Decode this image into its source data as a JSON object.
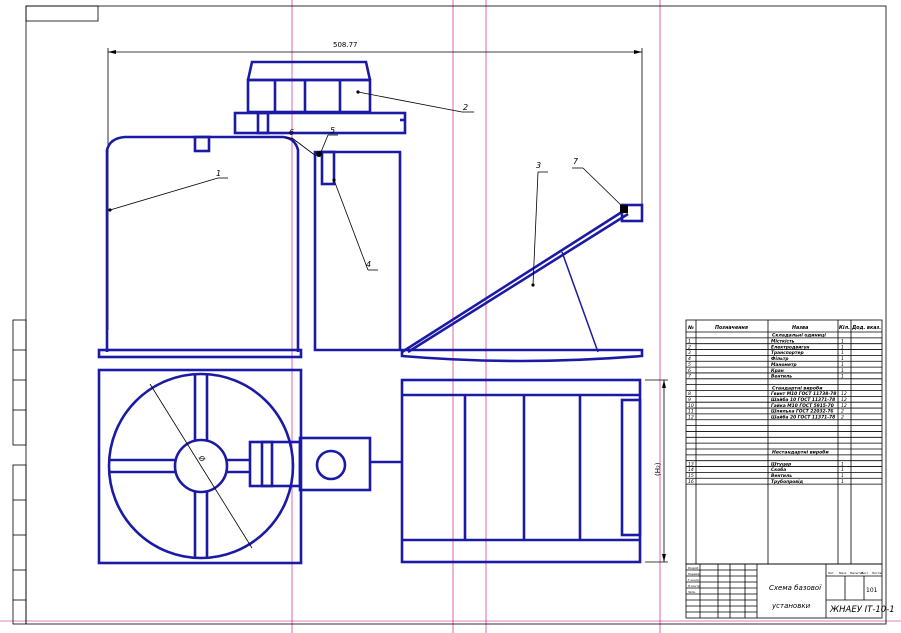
{
  "dimensions": {
    "overall_width": "508.77",
    "height_right": "(H₂)",
    "diameter": "Ø"
  },
  "callouts": [
    "1",
    "2",
    "3",
    "4",
    "5",
    "6",
    "7"
  ],
  "spec_table": {
    "headers": [
      "№",
      "Позначення",
      "Назва",
      "Кіл.",
      "Дод. вказ."
    ],
    "section1": "Складальні одиниці",
    "rows1": [
      {
        "n": "1",
        "name": "Місткість",
        "q": "1"
      },
      {
        "n": "2",
        "name": "Електродвигун",
        "q": "1"
      },
      {
        "n": "3",
        "name": "Транспортер",
        "q": "1"
      },
      {
        "n": "4",
        "name": "Фільтр",
        "q": "1"
      },
      {
        "n": "5",
        "name": "Манометр",
        "q": "1"
      },
      {
        "n": "6",
        "name": "Кран",
        "q": "1"
      },
      {
        "n": "7",
        "name": "Вентиль",
        "q": "1"
      }
    ],
    "section2": "Стандартні вироби",
    "rows2": [
      {
        "n": "8",
        "name": "Гвинт М10 ГОСТ 11738-78",
        "q": "12"
      },
      {
        "n": "9",
        "name": "Шайба 10 ГОСТ 11371-78",
        "q": "12"
      },
      {
        "n": "10",
        "name": "Гайка М10 ГОСТ 5915-70",
        "q": "12"
      },
      {
        "n": "11",
        "name": "Шпилька ГОСТ 22032-76",
        "q": "2"
      },
      {
        "n": "12",
        "name": "Шайба 20 ГОСТ 11371-78",
        "q": "2"
      }
    ],
    "section3": "Нестандартні вироби",
    "rows3": [
      {
        "n": "13",
        "name": "Штуцер",
        "q": "1"
      },
      {
        "n": "14",
        "name": "Скоба",
        "q": "1"
      },
      {
        "n": "15",
        "name": "Вентиль",
        "q": "1"
      },
      {
        "n": "16",
        "name": "Трубопровід",
        "q": "1"
      }
    ]
  },
  "title_block": {
    "title_line1": "Схема базової",
    "title_line2": "установки",
    "code": "ЖНАЕУ ІТ-10-1",
    "sheet": "101",
    "small_labels": [
      "Розроб.",
      "Перевір.",
      "Т.контр.",
      "Н.контр.",
      "Затв.",
      "Лит.",
      "Маса",
      "Масштаб",
      "Лист",
      "Листів"
    ]
  },
  "colors": {
    "line": "#1a1aa6",
    "frame": "#000000",
    "guide": "#c8007a"
  }
}
